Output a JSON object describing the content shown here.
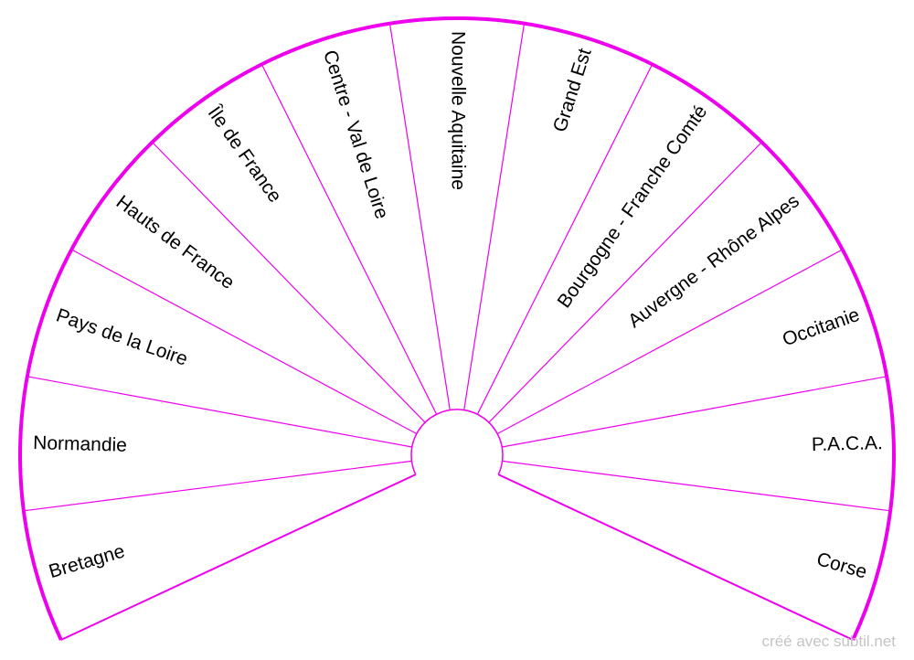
{
  "segments": [
    "Bretagne",
    "Normandie",
    "Pays de la Loire",
    "Hauts de France",
    "Île de France",
    "Centre - Val de Loire",
    "Nouvelle Aquitaine",
    "Grand Est",
    "Bourgogne - Franche Comté",
    "Auvergne - Rhône Alpes",
    "Occitanie",
    "P.A.C.A.",
    "Corse"
  ],
  "colors": {
    "outline": "#ee00ee",
    "divider": "#ee00ee",
    "text": "#000000",
    "watermark": "#c4c4c4"
  },
  "watermark": "créé avec subtil.net"
}
